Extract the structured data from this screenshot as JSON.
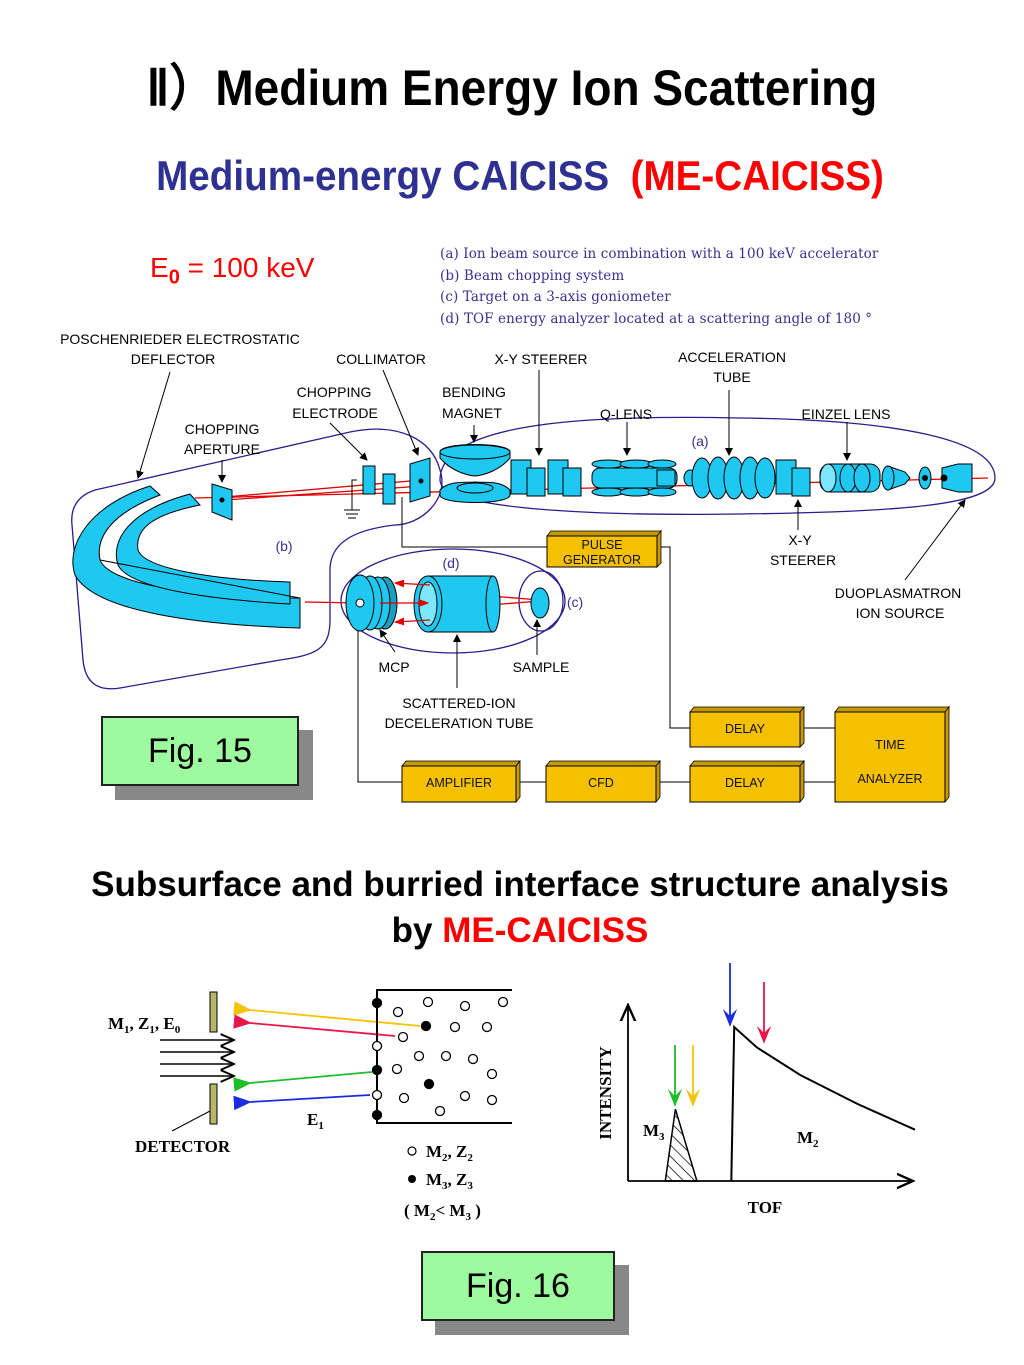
{
  "header": {
    "title": "Ⅱ）Medium Energy Ion Scattering",
    "subtitle_part1": "Medium-energy CAICISS",
    "subtitle_part2": "(ME-CAICISS)"
  },
  "fig15": {
    "energy_label": "E",
    "energy_sub": "0",
    "energy_value": " = 100 keV",
    "legend": [
      "(a) Ion beam source in combination with a 100 keV accelerator",
      "(b) Beam chopping system",
      "(c) Target on a 3-axis goniometer",
      "(d) TOF energy analyzer located at a scattering angle of 180 °"
    ],
    "labels": {
      "poschenrieder_1": "POSCHENRIEDER ELECTROSTATIC",
      "poschenrieder_2": "DEFLECTOR",
      "collimator": "COLLIMATOR",
      "xy_steerer_top": "X-Y STEERER",
      "acceleration_1": "ACCELERATION",
      "acceleration_2": "TUBE",
      "chopping_electrode_1": "CHOPPING",
      "chopping_electrode_2": "ELECTRODE",
      "bending_1": "BENDING",
      "bending_2": "MAGNET",
      "qlens": "Q-LENS",
      "einzel": "EINZEL LENS",
      "chopping_aperture_1": "CHOPPING",
      "chopping_aperture_2": "APERTURE",
      "xy_steerer_bottom_1": "X-Y",
      "xy_steerer_bottom_2": "STEERER",
      "duoplasmatron_1": "DUOPLASMATRON",
      "duoplasmatron_2": "ION SOURCE",
      "mcp": "MCP",
      "sample": "SAMPLE",
      "scattered_1": "SCATTERED-ION",
      "scattered_2": "DECELERATION TUBE",
      "region_a": "(a)",
      "region_b": "(b)",
      "region_c": "(c)",
      "region_d": "(d)"
    },
    "boxes": {
      "pulse_gen_1": "PULSE",
      "pulse_gen_2": "GENERATOR",
      "delay_top": "DELAY",
      "delay_bottom": "DELAY",
      "amplifier": "AMPLIFIER",
      "cfd": "CFD",
      "time_1": "TIME",
      "time_2": "ANALYZER"
    },
    "caption": "Fig. 15",
    "colors": {
      "component": "#1ec8f0",
      "box": "#f5c000",
      "beam": "#e00000",
      "outline": "#2e1a8c"
    }
  },
  "section2": {
    "title_line1": "Subsurface and burried interface structure analysis",
    "title_line2_prefix": "by ",
    "title_line2_highlight": "ME-CAICISS"
  },
  "fig16": {
    "beam_label": {
      "m": "M",
      "s1": "1",
      "z": ", Z",
      "s2": "1",
      "e": ", E",
      "s3": "0"
    },
    "detector": "DETECTOR",
    "e1": {
      "e": "E",
      "s": "1"
    },
    "legend_open": {
      "m": "M",
      "s1": "2",
      "z": ", Z",
      "s2": "2"
    },
    "legend_filled": {
      "m": "M",
      "s1": "3",
      "z": ", Z",
      "s2": "3"
    },
    "legend_relation": {
      "a": "( M",
      "s1": "2",
      "b": "< M",
      "s2": "3",
      "c": " )"
    },
    "arrow_colors": {
      "yellow": "#f5c400",
      "red": "#e8174a",
      "green": "#1cbf2a",
      "blue": "#1a2be0"
    },
    "caption": "Fig. 16"
  },
  "chart_data": {
    "type": "line",
    "title": "",
    "xlabel": "TOF",
    "ylabel": "INTENSITY",
    "series": [
      {
        "name": "M3",
        "shape": "hatched triangular peak",
        "x": [
          0.13,
          0.165,
          0.24
        ],
        "y": [
          0,
          0.42,
          0
        ]
      },
      {
        "name": "M2",
        "shape": "sharp edge with decaying tail",
        "x": [
          0.36,
          0.37,
          0.45,
          0.6,
          0.8,
          1.0
        ],
        "y": [
          0,
          0.9,
          0.78,
          0.62,
          0.45,
          0.3
        ]
      }
    ],
    "annotations": [
      {
        "label": "M3",
        "position": "left of M3 peak"
      },
      {
        "label": "M2",
        "position": "under M2 curve"
      },
      {
        "arrow": "green",
        "points_to": "M3 peak (front)"
      },
      {
        "arrow": "yellow",
        "points_to": "M3 peak (back)"
      },
      {
        "arrow": "blue",
        "points_to": "M2 edge"
      },
      {
        "arrow": "red",
        "points_to": "M2 tail"
      }
    ],
    "grid": false
  }
}
